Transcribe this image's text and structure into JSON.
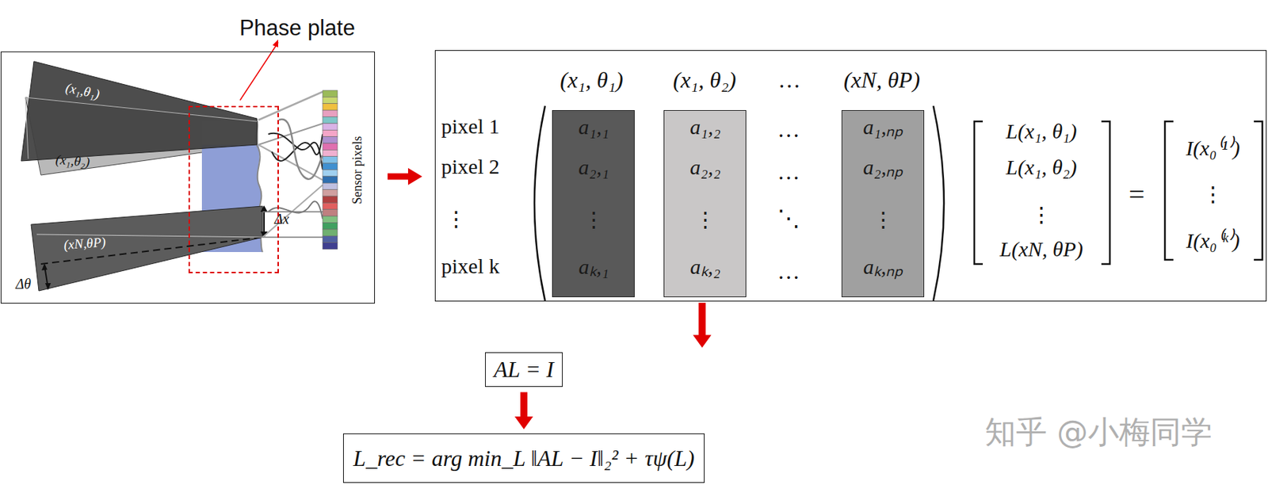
{
  "diagram": {
    "nodes": [
      {
        "text": [
          "(x₁,θ₁)",
          "(x₁,θ₂)",
          "(xN,θP)",
          "Δx",
          "Δθ",
          "Sensor pixels"
        ]
      },
      {
        "text": [
          "Phase plate"
        ],
        "in": 0
      },
      {
        "text": [
          "(x₁, θ₁)",
          "(x₁, θ₂)",
          "…",
          "(xN, θP)",
          "pixel 1",
          "pixel 2",
          "⋮",
          "pixel k",
          "="
        ]
      },
      {
        "text": [
          "a₁,₁",
          "a₂,₁",
          "⋮",
          "aₖ,₁"
        ],
        "in": 2
      },
      {
        "text": [
          "a₁,₂",
          "a₂,₂",
          "⋮",
          "aₖ,₂"
        ],
        "in": 2
      },
      {
        "text": [
          "a₁,ₙₚ",
          "a₂,ₙₚ",
          "⋮",
          "aₖ,ₙₚ"
        ],
        "in": 2
      },
      {
        "text": [
          "AL = I"
        ]
      },
      {
        "text": [
          "L_rec = arg min_L ‖AL − I‖₂² + τψ(L)"
        ]
      }
    ],
    "edges": [
      {
        "from": 0,
        "to": 2,
        "arrow": "to"
      },
      {
        "from": 5,
        "to": 6,
        "arrow": "to"
      },
      {
        "from": 6,
        "to": 7,
        "arrow": "to"
      }
    ],
    "labels": [
      "…",
      "…",
      "⋱",
      "…",
      "L(x₁, θ₁)",
      "L(x₁, θ₂)",
      "⋮",
      "L(xN, θP)",
      "I(x₀⁽¹⁾)",
      "⋮",
      "I(x₀⁽ᵏ⁾)",
      "知乎 @小梅同学"
    ]
  }
}
